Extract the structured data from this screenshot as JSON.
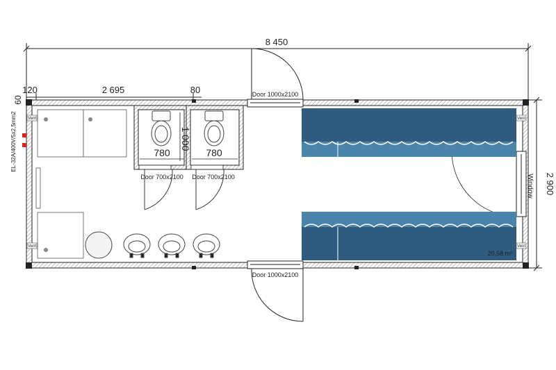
{
  "dimensions": {
    "overall_length": "8 450",
    "overall_width": "2 900",
    "seg_120": "120",
    "seg_2695": "2 695",
    "seg_80": "80",
    "seg_60": "60",
    "wc_depth": "1 000",
    "wc1_width": "780",
    "wc2_width": "780"
  },
  "labels": {
    "door_top": "Door 1000x2100",
    "door_bottom": "Door 1000x2100",
    "door_wc1": "Door 700x2100",
    "door_wc2": "Door 700x2100",
    "window": "Window",
    "electrical": "EL-32A/400V/5x2,5mm2",
    "area": "20,58 m²",
    "vent": "Vent"
  },
  "colors": {
    "wall_hatch": "#cfcfcf",
    "bench_dark": "#2f5c7e",
    "bench_light": "#4a84aa",
    "line": "#222222",
    "socket": "#e02020"
  }
}
